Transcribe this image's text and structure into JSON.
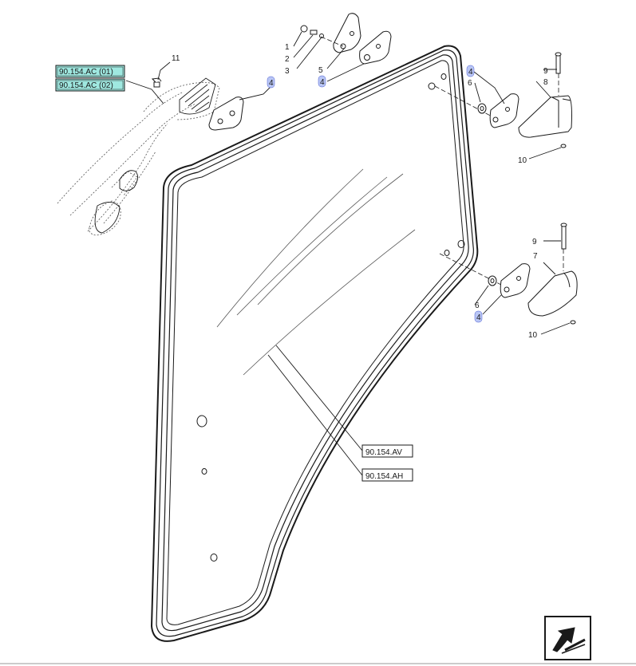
{
  "diagram": {
    "callouts": {
      "c1": "1",
      "c2": "2",
      "c3": "3",
      "c4a": "4",
      "c4b": "4",
      "c4c": "4",
      "c4d": "4",
      "c5": "5",
      "c6a": "6",
      "c6b": "6",
      "c7": "7",
      "c8": "8",
      "c9a": "9",
      "c9b": "9",
      "c10a": "10",
      "c10b": "10",
      "c11": "11"
    },
    "references": {
      "ac01": "90.154.AC (01)",
      "ac02": "90.154.AC (02)",
      "av": "90.154.AV",
      "ah": "90.154.AH"
    },
    "colors": {
      "ref_highlight": "#9fe8e0",
      "callout_highlight": "#b9c6f5",
      "line": "#1a1a1a",
      "dotted": "#555555"
    },
    "nav_icon": "next-page-arrow-icon"
  }
}
